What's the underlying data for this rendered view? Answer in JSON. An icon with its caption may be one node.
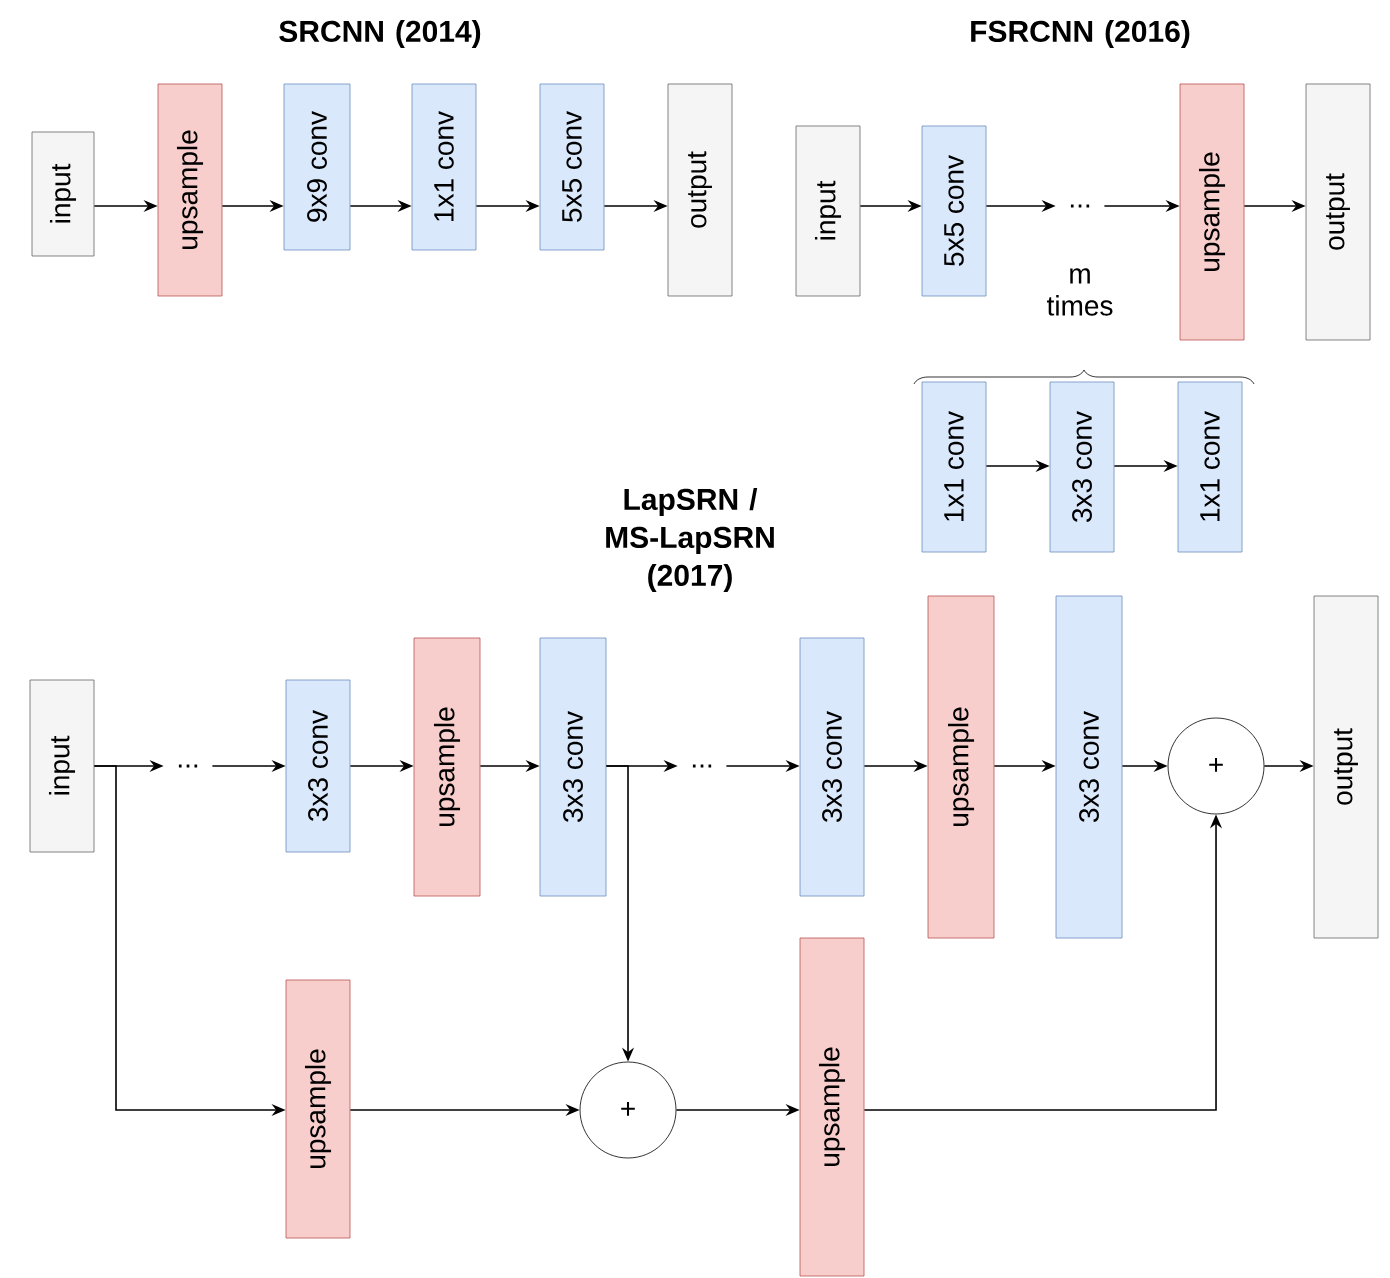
{
  "diagram": {
    "nodes": [
      {
        "text": [
          "input"
        ]
      },
      {
        "text": [
          "upsample"
        ]
      },
      {
        "text": [
          "9x9 conv"
        ]
      },
      {
        "text": [
          "1x1 conv"
        ]
      },
      {
        "text": [
          "5x5 conv"
        ]
      },
      {
        "text": [
          "output"
        ]
      },
      {
        "text": [
          "input"
        ]
      },
      {
        "text": [
          "5x5 conv"
        ]
      },
      {
        "text": [
          "..."
        ],
        "beside": [
          "m times"
        ]
      },
      {
        "text": [
          "upsample"
        ]
      },
      {
        "text": [
          "output"
        ]
      },
      {
        "text": [
          "1x1 conv"
        ]
      },
      {
        "text": [
          "3x3 conv"
        ]
      },
      {
        "text": [
          "1x1 conv"
        ]
      },
      {
        "text": [
          "input"
        ]
      },
      {
        "text": [
          "..."
        ]
      },
      {
        "text": [
          "3x3 conv"
        ]
      },
      {
        "text": [
          "upsample"
        ]
      },
      {
        "text": [
          "3x3 conv"
        ]
      },
      {
        "text": [
          "..."
        ]
      },
      {
        "text": [
          "3x3 conv"
        ]
      },
      {
        "text": [
          "upsample"
        ]
      },
      {
        "text": [
          "3x3 conv"
        ]
      },
      {
        "text": [
          "+"
        ]
      },
      {
        "text": [
          "output"
        ]
      },
      {
        "text": [
          "upsample"
        ]
      },
      {
        "text": [
          "+"
        ]
      },
      {
        "text": [
          "upsample"
        ]
      }
    ],
    "edges": [
      {
        "from": 0,
        "to": 1,
        "arrow": "to"
      },
      {
        "from": 1,
        "to": 2,
        "arrow": "to"
      },
      {
        "from": 2,
        "to": 3,
        "arrow": "to"
      },
      {
        "from": 3,
        "to": 4,
        "arrow": "to"
      },
      {
        "from": 4,
        "to": 5,
        "arrow": "to"
      },
      {
        "from": 6,
        "to": 7,
        "arrow": "to"
      },
      {
        "from": 7,
        "to": 8,
        "arrow": "to"
      },
      {
        "from": 8,
        "to": 9,
        "arrow": "to"
      },
      {
        "from": 9,
        "to": 10,
        "arrow": "to"
      },
      {
        "from": 11,
        "to": 12,
        "arrow": "to"
      },
      {
        "from": 12,
        "to": 13,
        "arrow": "to"
      },
      {
        "from": 14,
        "to": 15,
        "arrow": "to"
      },
      {
        "from": 15,
        "to": 16,
        "arrow": "to"
      },
      {
        "from": 16,
        "to": 17,
        "arrow": "to"
      },
      {
        "from": 17,
        "to": 18,
        "arrow": "to"
      },
      {
        "from": 18,
        "to": 19,
        "arrow": "to"
      },
      {
        "from": 19,
        "to": 20,
        "arrow": "to"
      },
      {
        "from": 20,
        "to": 21,
        "arrow": "to"
      },
      {
        "from": 21,
        "to": 22,
        "arrow": "to"
      },
      {
        "from": 22,
        "to": 23,
        "arrow": "to"
      },
      {
        "from": 23,
        "to": 24,
        "arrow": "to"
      },
      {
        "from": 14,
        "to": 25,
        "arrow": "to"
      },
      {
        "from": 18,
        "to": 26,
        "arrow": "to"
      },
      {
        "from": 25,
        "to": 26,
        "arrow": "to"
      },
      {
        "from": 26,
        "to": 27,
        "arrow": "to"
      },
      {
        "from": 27,
        "to": 23,
        "arrow": "to"
      }
    ],
    "labels": [
      "SRCNN (2014)",
      "FSRCNN (2016)",
      "LapSRN / MS-LapSRN (2017)"
    ]
  }
}
